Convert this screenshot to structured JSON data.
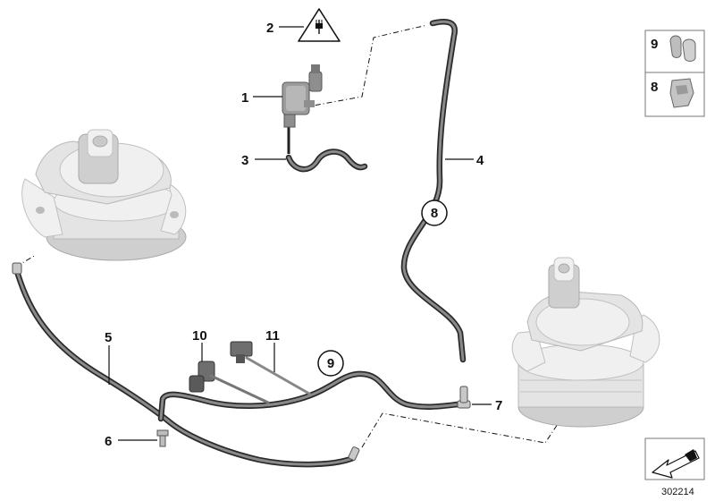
{
  "callouts": {
    "c1": "1",
    "c2": "2",
    "c3": "3",
    "c4": "4",
    "c5": "5",
    "c6": "6",
    "c7": "7",
    "c8_circled": "8",
    "c9_circled": "9",
    "c10": "10",
    "c11": "11"
  },
  "legend": {
    "item_top": "9",
    "item_bottom": "8"
  },
  "reference_number": "302214",
  "colors": {
    "hose": "#2a2a2a",
    "mount": "#e4e4e4",
    "line": "#111111"
  },
  "icons": {
    "warning": "high-voltage-triangle-icon",
    "nav": "arrow-navigation-icon"
  }
}
